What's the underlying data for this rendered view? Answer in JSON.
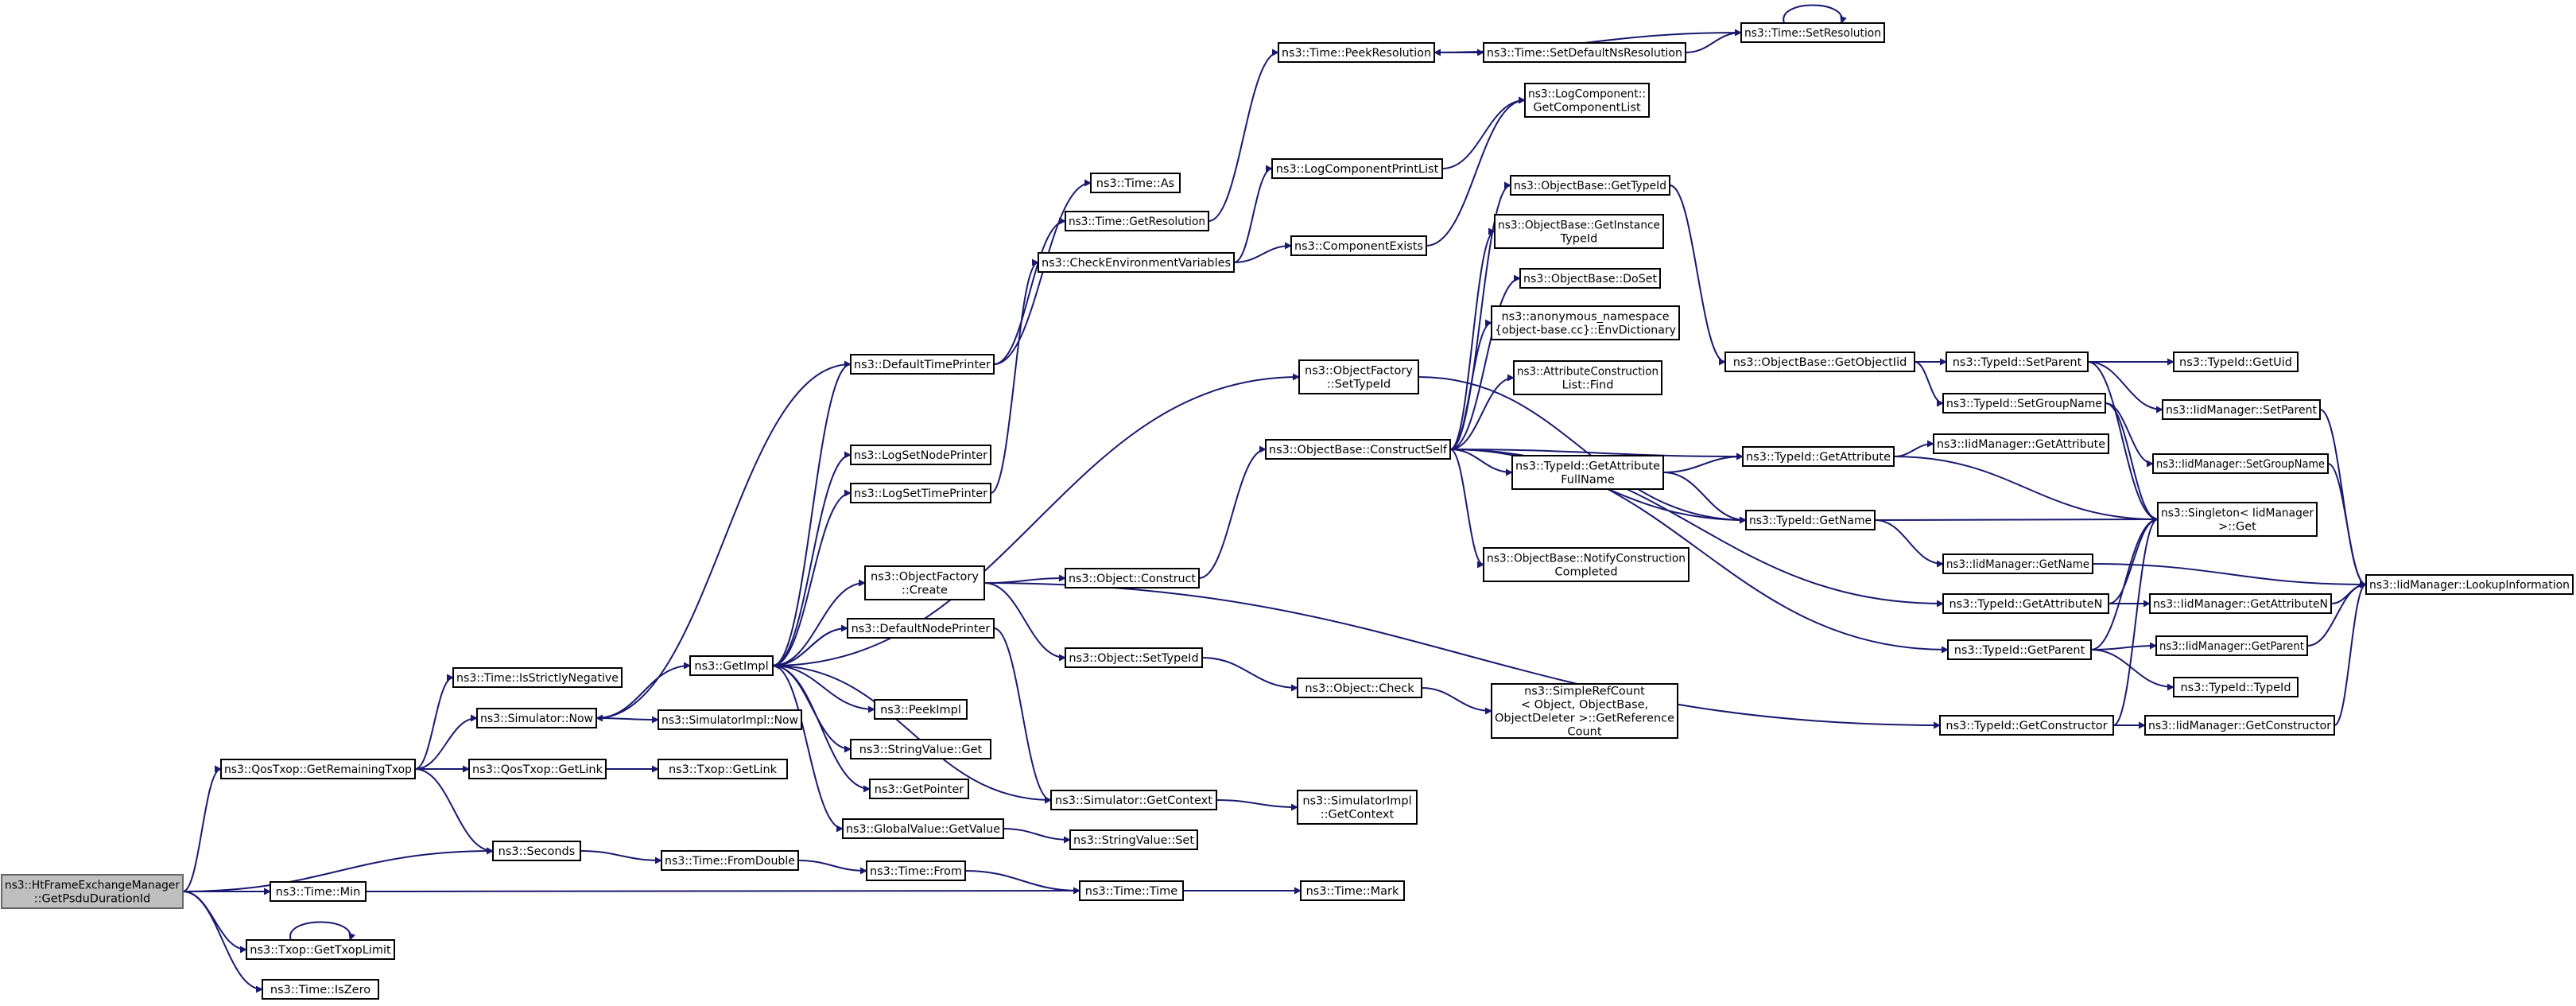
{
  "graph": {
    "edge_color": "#191970",
    "root_fill": "#bfbfbf",
    "nodes": [
      {
        "id": "root",
        "lines": [
          "ns3::HtFrameExchangeManager",
          "::GetPsduDurationId"
        ]
      },
      {
        "id": "getRemainingTxop",
        "lines": [
          "ns3::QosTxop::GetRemainingTxop"
        ]
      },
      {
        "id": "seconds",
        "lines": [
          "ns3::Seconds"
        ]
      },
      {
        "id": "timeMin",
        "lines": [
          "ns3::Time::Min"
        ]
      },
      {
        "id": "getTxopLimit",
        "lines": [
          "ns3::Txop::GetTxopLimit"
        ]
      },
      {
        "id": "isZero",
        "lines": [
          "ns3::Time::IsZero"
        ]
      },
      {
        "id": "isStrictlyNegative",
        "lines": [
          "ns3::Time::IsStrictlyNegative"
        ]
      },
      {
        "id": "simNow",
        "lines": [
          "ns3::Simulator::Now"
        ]
      },
      {
        "id": "qosGetLink",
        "lines": [
          "ns3::QosTxop::GetLink"
        ]
      },
      {
        "id": "getImpl",
        "lines": [
          "ns3::GetImpl"
        ]
      },
      {
        "id": "simImplNow",
        "lines": [
          "ns3::SimulatorImpl::Now"
        ]
      },
      {
        "id": "txopGetLink",
        "lines": [
          "ns3::Txop::GetLink"
        ]
      },
      {
        "id": "fromDouble",
        "lines": [
          "ns3::Time::FromDouble"
        ]
      },
      {
        "id": "timeFrom",
        "lines": [
          "ns3::Time::From"
        ]
      },
      {
        "id": "timeTime",
        "lines": [
          "ns3::Time::Time"
        ]
      },
      {
        "id": "timeMark",
        "lines": [
          "ns3::Time::Mark"
        ]
      },
      {
        "id": "defaultTimePrinter",
        "lines": [
          "ns3::DefaultTimePrinter"
        ]
      },
      {
        "id": "logSetNodePrinter",
        "lines": [
          "ns3::LogSetNodePrinter"
        ]
      },
      {
        "id": "logSetTimePrinter",
        "lines": [
          "ns3::LogSetTimePrinter"
        ]
      },
      {
        "id": "objFactoryCreate",
        "lines": [
          "ns3::ObjectFactory",
          "::Create"
        ]
      },
      {
        "id": "defaultNodePrinter",
        "lines": [
          "ns3::DefaultNodePrinter"
        ]
      },
      {
        "id": "peekImpl",
        "lines": [
          "ns3::PeekImpl"
        ]
      },
      {
        "id": "stringValueGet",
        "lines": [
          "ns3::StringValue::Get"
        ]
      },
      {
        "id": "getPointer",
        "lines": [
          "ns3::GetPointer"
        ]
      },
      {
        "id": "globalValueGetValue",
        "lines": [
          "ns3::GlobalValue::GetValue"
        ]
      },
      {
        "id": "timeAs",
        "lines": [
          "ns3::Time::As"
        ]
      },
      {
        "id": "timeGetResolution",
        "lines": [
          "ns3::Time::GetResolution"
        ]
      },
      {
        "id": "checkEnvVars",
        "lines": [
          "ns3::CheckEnvironmentVariables"
        ]
      },
      {
        "id": "objConstruct",
        "lines": [
          "ns3::Object::Construct"
        ]
      },
      {
        "id": "objSetTypeId",
        "lines": [
          "ns3::Object::SetTypeId"
        ]
      },
      {
        "id": "simGetContext",
        "lines": [
          "ns3::Simulator::GetContext"
        ]
      },
      {
        "id": "stringValueSet",
        "lines": [
          "ns3::StringValue::Set"
        ]
      },
      {
        "id": "peekResolution",
        "lines": [
          "ns3::Time::PeekResolution"
        ]
      },
      {
        "id": "logComponentPrintList",
        "lines": [
          "ns3::LogComponentPrintList"
        ]
      },
      {
        "id": "componentExists",
        "lines": [
          "ns3::ComponentExists"
        ]
      },
      {
        "id": "objFactorySetTypeId",
        "lines": [
          "ns3::ObjectFactory",
          "::SetTypeId"
        ]
      },
      {
        "id": "constructSelf",
        "lines": [
          "ns3::ObjectBase::ConstructSelf"
        ]
      },
      {
        "id": "objCheck",
        "lines": [
          "ns3::Object::Check"
        ]
      },
      {
        "id": "simImplGetContext",
        "lines": [
          "ns3::SimulatorImpl",
          "::GetContext"
        ]
      },
      {
        "id": "setDefaultNsResolution",
        "lines": [
          "ns3::Time::SetDefaultNsResolution"
        ]
      },
      {
        "id": "setResolution",
        "lines": [
          "ns3::Time::SetResolution"
        ]
      },
      {
        "id": "getComponentList",
        "lines": [
          "ns3::LogComponent::",
          "GetComponentList"
        ]
      },
      {
        "id": "obGetTypeId",
        "lines": [
          "ns3::ObjectBase::GetTypeId"
        ]
      },
      {
        "id": "obGetInstanceTypeId",
        "lines": [
          "ns3::ObjectBase::GetInstance",
          "TypeId"
        ]
      },
      {
        "id": "obDoSet",
        "lines": [
          "ns3::ObjectBase::DoSet"
        ]
      },
      {
        "id": "envDictionary",
        "lines": [
          "ns3::anonymous_namespace",
          "{object-base.cc}::EnvDictionary"
        ]
      },
      {
        "id": "attrConstructionListFind",
        "lines": [
          "ns3::AttributeConstruction",
          "List::Find"
        ]
      },
      {
        "id": "typeIdGetAttributeFullName",
        "lines": [
          "ns3::TypeId::GetAttribute",
          "FullName"
        ]
      },
      {
        "id": "obNotifyConstructionCompleted",
        "lines": [
          "ns3::ObjectBase::NotifyConstruction",
          "Completed"
        ]
      },
      {
        "id": "simpleRefCountGetRefCount",
        "lines": [
          "ns3::SimpleRefCount",
          "< Object, ObjectBase,",
          "ObjectDeleter >::GetReference",
          "Count"
        ]
      },
      {
        "id": "obGetObjectIid",
        "lines": [
          "ns3::ObjectBase::GetObjectIid"
        ]
      },
      {
        "id": "typeIdGetAttribute",
        "lines": [
          "ns3::TypeId::GetAttribute"
        ]
      },
      {
        "id": "typeIdGetName",
        "lines": [
          "ns3::TypeId::GetName"
        ]
      },
      {
        "id": "typeIdSetParent",
        "lines": [
          "ns3::TypeId::SetParent"
        ]
      },
      {
        "id": "typeIdSetGroupName",
        "lines": [
          "ns3::TypeId::SetGroupName"
        ]
      },
      {
        "id": "typeIdGetAttributeN",
        "lines": [
          "ns3::TypeId::GetAttributeN"
        ]
      },
      {
        "id": "typeIdGetParent",
        "lines": [
          "ns3::TypeId::GetParent"
        ]
      },
      {
        "id": "typeIdGetConstructor",
        "lines": [
          "ns3::TypeId::GetConstructor"
        ]
      },
      {
        "id": "iidGetAttribute",
        "lines": [
          "ns3::IidManager::GetAttribute"
        ]
      },
      {
        "id": "iidGetName",
        "lines": [
          "ns3::IidManager::GetName"
        ]
      },
      {
        "id": "iidGetAttributeN",
        "lines": [
          "ns3::IidManager::GetAttributeN"
        ]
      },
      {
        "id": "iidGetParent",
        "lines": [
          "ns3::IidManager::GetParent"
        ]
      },
      {
        "id": "iidGetConstructor",
        "lines": [
          "ns3::IidManager::GetConstructor"
        ]
      },
      {
        "id": "typeIdGetUid",
        "lines": [
          "ns3::TypeId::GetUid"
        ]
      },
      {
        "id": "iidSetParent",
        "lines": [
          "ns3::IidManager::SetParent"
        ]
      },
      {
        "id": "iidSetGroupName",
        "lines": [
          "ns3::IidManager::SetGroupName"
        ]
      },
      {
        "id": "singletonGet",
        "lines": [
          "ns3::Singleton< IidManager",
          ">::Get"
        ]
      },
      {
        "id": "typeIdTypeId",
        "lines": [
          "ns3::TypeId::TypeId"
        ]
      },
      {
        "id": "iidLookupInformation",
        "lines": [
          "ns3::IidManager::LookupInformation"
        ]
      }
    ],
    "edges": [
      [
        "root",
        "getRemainingTxop"
      ],
      [
        "root",
        "seconds"
      ],
      [
        "root",
        "timeMin"
      ],
      [
        "root",
        "getTxopLimit"
      ],
      [
        "root",
        "isZero"
      ],
      [
        "getTxopLimit",
        "getTxopLimit"
      ],
      [
        "getRemainingTxop",
        "isStrictlyNegative"
      ],
      [
        "getRemainingTxop",
        "simNow"
      ],
      [
        "getRemainingTxop",
        "qosGetLink"
      ],
      [
        "getRemainingTxop",
        "seconds"
      ],
      [
        "simNow",
        "getImpl"
      ],
      [
        "simNow",
        "simImplNow"
      ],
      [
        "qosGetLink",
        "txopGetLink"
      ],
      [
        "seconds",
        "fromDouble"
      ],
      [
        "fromDouble",
        "timeFrom"
      ],
      [
        "timeFrom",
        "timeTime"
      ],
      [
        "timeMin",
        "timeTime"
      ],
      [
        "timeTime",
        "timeMark"
      ],
      [
        "getImpl",
        "defaultTimePrinter"
      ],
      [
        "getImpl",
        "logSetNodePrinter"
      ],
      [
        "getImpl",
        "logSetTimePrinter"
      ],
      [
        "getImpl",
        "objFactoryCreate"
      ],
      [
        "getImpl",
        "defaultNodePrinter"
      ],
      [
        "getImpl",
        "peekImpl"
      ],
      [
        "getImpl",
        "stringValueGet"
      ],
      [
        "getImpl",
        "getPointer"
      ],
      [
        "getImpl",
        "globalValueGetValue"
      ],
      [
        "getImpl",
        "objFactorySetTypeId"
      ],
      [
        "getImpl",
        "simGetContext"
      ],
      [
        "defaultTimePrinter",
        "simNow"
      ],
      [
        "defaultTimePrinter",
        "timeAs"
      ],
      [
        "defaultTimePrinter",
        "timeGetResolution"
      ],
      [
        "defaultNodePrinter",
        "simGetContext"
      ],
      [
        "defaultNodePrinter",
        "getImpl"
      ],
      [
        "logSetTimePrinter",
        "checkEnvVars"
      ],
      [
        "objFactoryCreate",
        "objConstruct"
      ],
      [
        "objFactoryCreate",
        "objSetTypeId"
      ],
      [
        "objFactoryCreate",
        "typeIdGetConstructor"
      ],
      [
        "globalValueGetValue",
        "stringValueSet"
      ],
      [
        "timeGetResolution",
        "peekResolution"
      ],
      [
        "checkEnvVars",
        "logComponentPrintList"
      ],
      [
        "checkEnvVars",
        "componentExists"
      ],
      [
        "logComponentPrintList",
        "getComponentList"
      ],
      [
        "componentExists",
        "getComponentList"
      ],
      [
        "objConstruct",
        "constructSelf"
      ],
      [
        "objSetTypeId",
        "objCheck"
      ],
      [
        "objCheck",
        "simpleRefCountGetRefCount"
      ],
      [
        "simGetContext",
        "simImplGetContext"
      ],
      [
        "peekResolution",
        "setDefaultNsResolution"
      ],
      [
        "setDefaultNsResolution",
        "setResolution"
      ],
      [
        "setResolution",
        "peekResolution"
      ],
      [
        "setResolution",
        "setResolution"
      ],
      [
        "objFactorySetTypeId",
        "typeIdGetName"
      ],
      [
        "constructSelf",
        "obGetTypeId"
      ],
      [
        "constructSelf",
        "obGetInstanceTypeId"
      ],
      [
        "constructSelf",
        "obDoSet"
      ],
      [
        "constructSelf",
        "envDictionary"
      ],
      [
        "constructSelf",
        "attrConstructionListFind"
      ],
      [
        "constructSelf",
        "typeIdGetAttribute"
      ],
      [
        "constructSelf",
        "typeIdGetAttributeFullName"
      ],
      [
        "constructSelf",
        "typeIdGetName"
      ],
      [
        "constructSelf",
        "obNotifyConstructionCompleted"
      ],
      [
        "constructSelf",
        "typeIdGetAttributeN"
      ],
      [
        "constructSelf",
        "typeIdGetParent"
      ],
      [
        "obGetTypeId",
        "obGetObjectIid"
      ],
      [
        "obGetObjectIid",
        "typeIdSetParent"
      ],
      [
        "obGetObjectIid",
        "typeIdSetGroupName"
      ],
      [
        "typeIdGetAttributeFullName",
        "typeIdGetAttribute"
      ],
      [
        "typeIdGetAttributeFullName",
        "typeIdGetName"
      ],
      [
        "typeIdGetAttribute",
        "iidGetAttribute"
      ],
      [
        "typeIdGetAttribute",
        "singletonGet"
      ],
      [
        "typeIdGetName",
        "singletonGet"
      ],
      [
        "typeIdGetName",
        "iidGetName"
      ],
      [
        "typeIdSetParent",
        "typeIdGetUid"
      ],
      [
        "typeIdSetParent",
        "iidSetParent"
      ],
      [
        "typeIdSetParent",
        "singletonGet"
      ],
      [
        "typeIdSetGroupName",
        "iidSetGroupName"
      ],
      [
        "typeIdSetGroupName",
        "singletonGet"
      ],
      [
        "typeIdGetAttributeN",
        "singletonGet"
      ],
      [
        "typeIdGetAttributeN",
        "iidGetAttributeN"
      ],
      [
        "typeIdGetParent",
        "iidGetParent"
      ],
      [
        "typeIdGetParent",
        "typeIdTypeId"
      ],
      [
        "typeIdGetParent",
        "singletonGet"
      ],
      [
        "typeIdGetConstructor",
        "singletonGet"
      ],
      [
        "typeIdGetConstructor",
        "iidGetConstructor"
      ],
      [
        "iidSetParent",
        "iidLookupInformation"
      ],
      [
        "iidSetGroupName",
        "iidLookupInformation"
      ],
      [
        "iidGetName",
        "iidLookupInformation"
      ],
      [
        "iidGetAttributeN",
        "iidLookupInformation"
      ],
      [
        "iidGetParent",
        "iidLookupInformation"
      ],
      [
        "iidGetConstructor",
        "iidLookupInformation"
      ]
    ]
  }
}
